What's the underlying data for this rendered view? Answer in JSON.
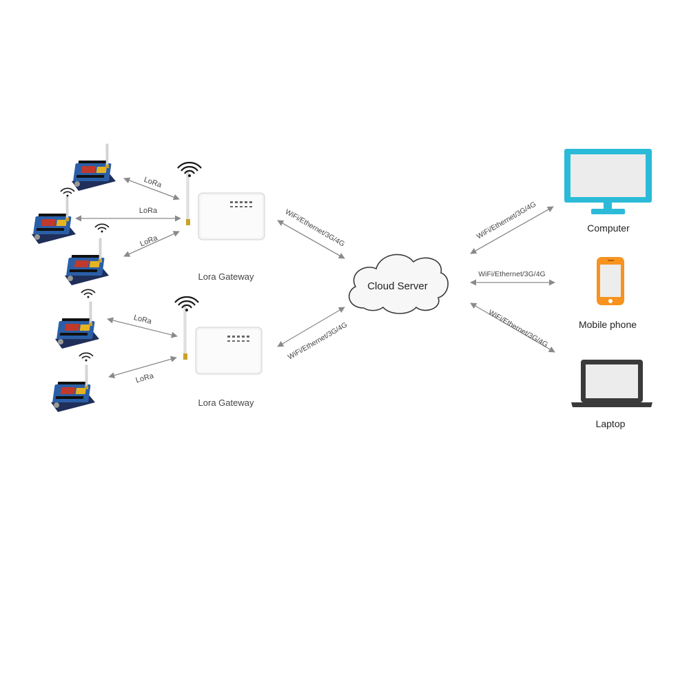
{
  "nodes": {
    "cloud_label": "Cloud Server",
    "gateway_1_label": "Lora Gateway",
    "gateway_2_label": "Lora Gateway",
    "computer_label": "Computer",
    "phone_label": "Mobile phone",
    "laptop_label": "Laptop"
  },
  "links": {
    "lora_1": "LoRa",
    "lora_2": "LoRa",
    "lora_3": "LoRa",
    "lora_4": "LoRa",
    "lora_5": "LoRa",
    "gw1_cloud": "WiFi/Ethernet/3G/4G",
    "gw2_cloud": "WiFi/Ethernet/3G/4G",
    "cloud_computer": "WiFi/Ethernet/3G/4G",
    "cloud_phone": "WiFi/Ethernet/3G/4G",
    "cloud_laptop": "WiFi/Ethernet/3G/4G"
  },
  "colors": {
    "monitor": "#2bbbd8",
    "phone": "#f7931e",
    "laptop": "#3a3a3a",
    "arrow": "#8a8a8a",
    "board_blue": "#2a5fa8",
    "board_red": "#c0392b"
  },
  "icons": [
    "lora-node-icon",
    "lora-gateway-icon",
    "cloud-icon",
    "monitor-icon",
    "smartphone-icon",
    "laptop-icon",
    "wifi-signal-icon"
  ]
}
